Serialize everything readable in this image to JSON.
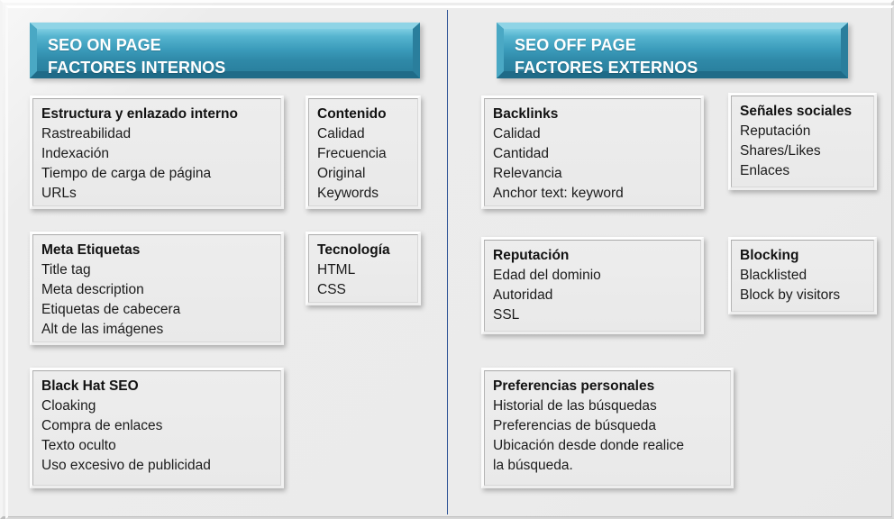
{
  "theme": {
    "banner_color": "#3b9cbb",
    "banner_highlight": "#8fd4e6",
    "banner_shadow": "#1f6b88",
    "card_bg": "#ebebeb",
    "page_bg": "#ebebeb",
    "divider_color": "#2f5496",
    "text_color": "#1b1b1b"
  },
  "columns": [
    {
      "id": "seo-on-page",
      "header": {
        "line1": "SEO ON PAGE",
        "line2": "FACTORES INTERNOS",
        "text": "SEO ON PAGE\nFACTORES INTERNOS"
      },
      "cards": [
        {
          "id": "estructura-y-enlazado-interno",
          "title": "Estructura y enlazado interno",
          "items": [
            "Rastreabilidad",
            "Indexación",
            "Tiempo de carga de página",
            "URLs"
          ]
        },
        {
          "id": "contenido",
          "title": "Contenido",
          "items": [
            "Calidad",
            "Frecuencia",
            "Original",
            "Keywords"
          ]
        },
        {
          "id": "meta-etiquetas",
          "title": "Meta Etiquetas",
          "items": [
            "Title tag",
            "Meta description",
            "Etiquetas de cabecera",
            "Alt de las imágenes"
          ]
        },
        {
          "id": "tecnologia",
          "title": "Tecnología",
          "items": [
            "HTML",
            "CSS"
          ]
        },
        {
          "id": "black-hat-seo",
          "title": "Black Hat SEO",
          "items": [
            "Cloaking",
            "Compra de enlaces",
            "Texto oculto",
            "Uso excesivo de publicidad"
          ]
        }
      ]
    },
    {
      "id": "seo-off-page",
      "header": {
        "line1": "SEO OFF PAGE",
        "line2": "FACTORES EXTERNOS",
        "text": "SEO OFF PAGE\nFACTORES EXTERNOS"
      },
      "cards": [
        {
          "id": "backlinks",
          "title": "Backlinks",
          "items": [
            "Calidad",
            "Cantidad",
            "Relevancia",
            "Anchor text: keyword"
          ]
        },
        {
          "id": "senales-sociales",
          "title": "Señales sociales",
          "items": [
            "Reputación",
            "Shares/Likes",
            "Enlaces"
          ]
        },
        {
          "id": "reputacion",
          "title": "Reputación",
          "items": [
            "Edad del dominio",
            "Autoridad",
            "SSL"
          ]
        },
        {
          "id": "blocking",
          "title": "Blocking",
          "items": [
            "Blacklisted",
            "Block by visitors"
          ]
        },
        {
          "id": "preferencias-personales",
          "title": "Preferencias personales",
          "items": [
            "Historial de las búsquedas",
            "Preferencias de búsqueda",
            "Ubicación desde donde realice",
            "la búsqueda."
          ]
        }
      ]
    }
  ]
}
